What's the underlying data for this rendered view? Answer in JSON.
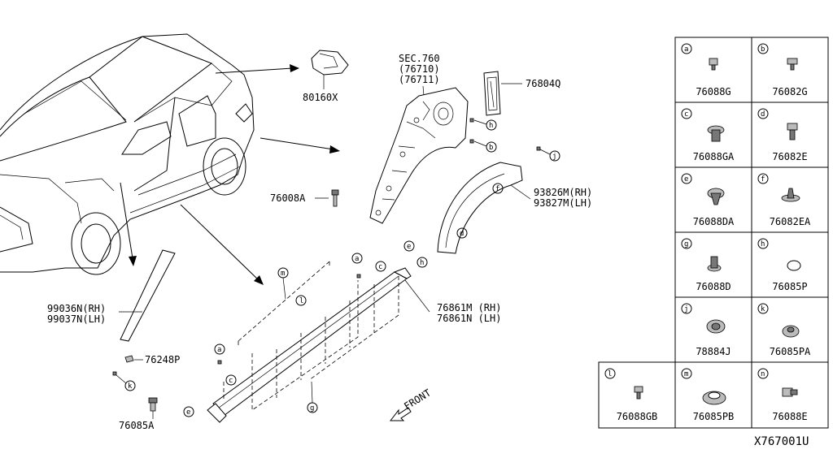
{
  "diagram_code": "X767001U",
  "car_labels": {
    "sec_ref": "SEC.760",
    "sec_sub1": "(76710)",
    "sec_sub2": "(76711)",
    "p80160x": "80160X",
    "p76804q": "76804Q",
    "p76008a": "76008A",
    "p93826m": "93826M(RH)",
    "p93827m": "93827M(LH)",
    "p99036n": "99036N(RH)",
    "p99037n": "99037N(LH)",
    "p76861m": "76861M (RH)",
    "p76861n": "76861N (LH)",
    "p76248p": "76248P",
    "p76085a": "76085A",
    "front": "FRONT"
  },
  "callouts": {
    "a": "a",
    "b": "b",
    "c": "c",
    "d": "d",
    "e": "e",
    "f": "f",
    "g": "g",
    "h": "h",
    "j": "j",
    "k": "k",
    "l": "l",
    "m": "m",
    "n": "n"
  },
  "legend": [
    {
      "letter": "a",
      "part": "76088G"
    },
    {
      "letter": "b",
      "part": "76082G"
    },
    {
      "letter": "c",
      "part": "76088GA"
    },
    {
      "letter": "d",
      "part": "76082E"
    },
    {
      "letter": "e",
      "part": "76088DA"
    },
    {
      "letter": "f",
      "part": "76082EA"
    },
    {
      "letter": "g",
      "part": "76088D"
    },
    {
      "letter": "h",
      "part": "76085P"
    },
    {
      "letter": "j",
      "part": "78884J"
    },
    {
      "letter": "k",
      "part": "76085PA"
    },
    {
      "letter": "l",
      "part": "76088GB"
    },
    {
      "letter": "m",
      "part": "76085PB"
    },
    {
      "letter": "n",
      "part": "76088E"
    }
  ]
}
